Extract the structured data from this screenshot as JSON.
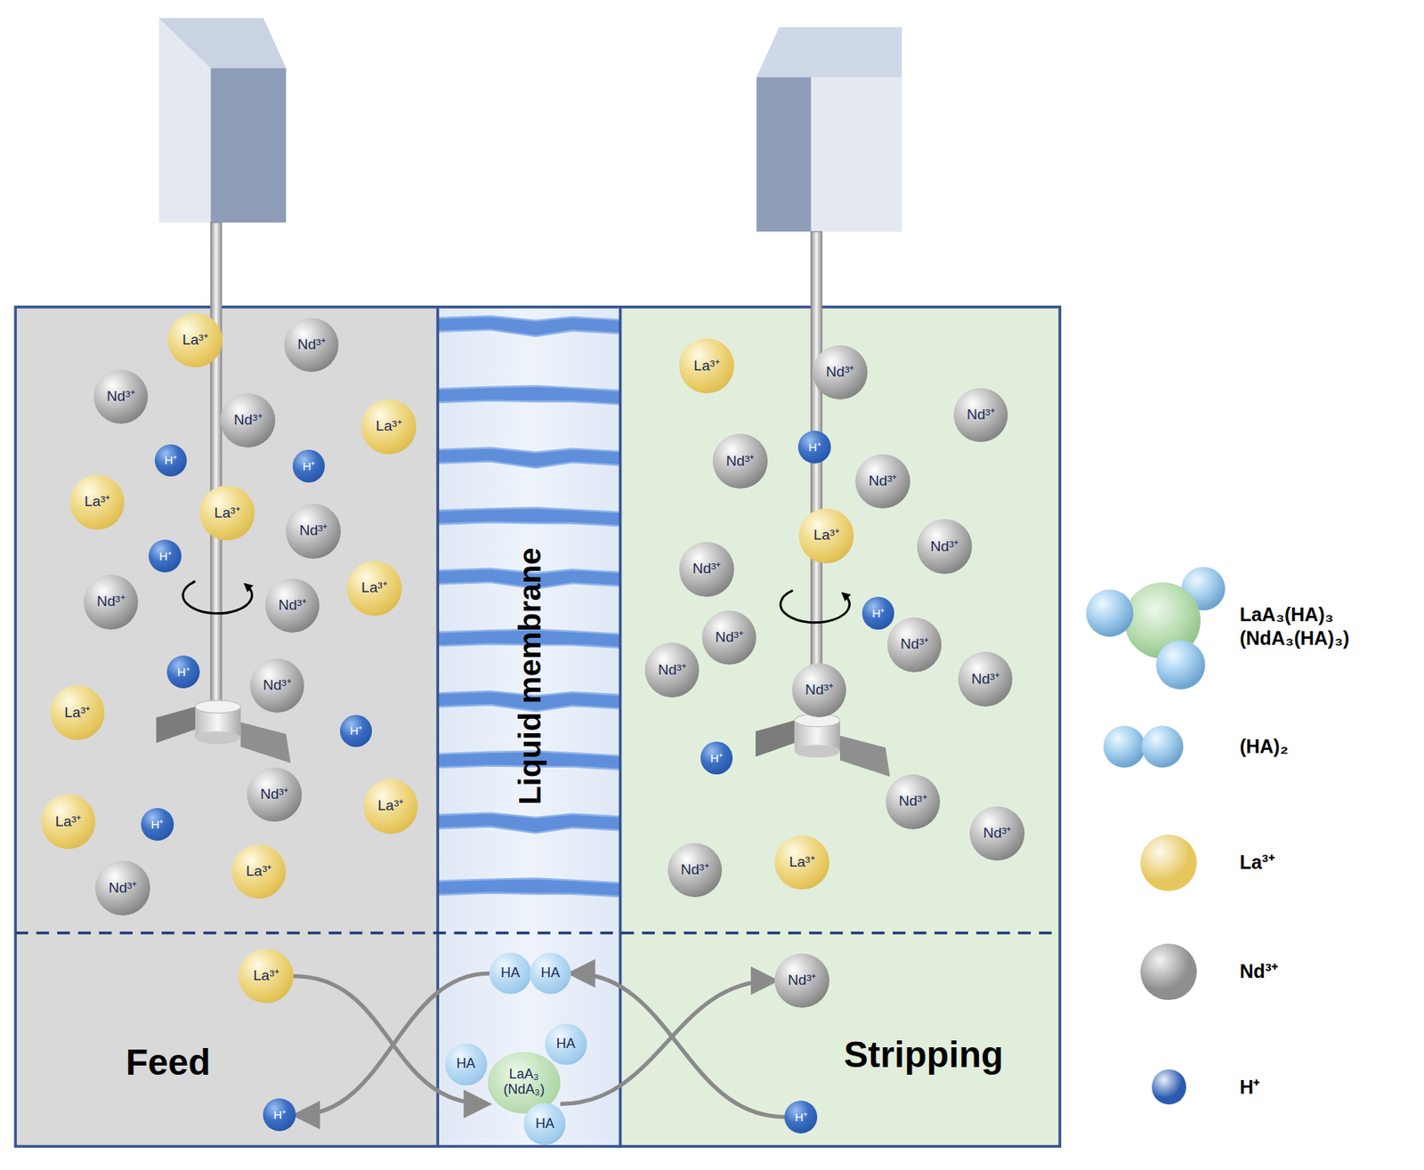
{
  "diagram": {
    "nodes": [
      {
        "text": [
          "Feed"
        ]
      },
      {
        "text": [
          "Liquid membrane"
        ]
      },
      {
        "text": [
          "Stripping"
        ]
      },
      {
        "text": [
          "La³⁺"
        ],
        "in": 0
      },
      {
        "text": [
          "Nd³⁺"
        ],
        "in": 0
      },
      {
        "text": [
          "Nd³⁺"
        ],
        "in": 0
      },
      {
        "text": [
          "Nd³⁺"
        ],
        "in": 0
      },
      {
        "text": [
          "La³⁺"
        ],
        "in": 0
      },
      {
        "text": [
          "H⁺"
        ],
        "in": 0
      },
      {
        "text": [
          "H⁺"
        ],
        "in": 0
      },
      {
        "text": [
          "La³⁺"
        ],
        "in": 0
      },
      {
        "text": [
          "La³⁺"
        ],
        "in": 0
      },
      {
        "text": [
          "Nd³⁺"
        ],
        "in": 0
      },
      {
        "text": [
          "H⁺"
        ],
        "in": 0
      },
      {
        "text": [
          "La³⁺"
        ],
        "in": 0
      },
      {
        "text": [
          "Nd³⁺"
        ],
        "in": 0
      },
      {
        "text": [
          "Nd³⁺"
        ],
        "in": 0
      },
      {
        "text": [
          "H⁺"
        ],
        "in": 0
      },
      {
        "text": [
          "Nd³⁺"
        ],
        "in": 0
      },
      {
        "text": [
          "La³⁺"
        ],
        "in": 0
      },
      {
        "text": [
          "H⁺"
        ],
        "in": 0
      },
      {
        "text": [
          "Nd³⁺"
        ],
        "in": 0
      },
      {
        "text": [
          "La³⁺"
        ],
        "in": 0
      },
      {
        "text": [
          "La³⁺"
        ],
        "in": 0
      },
      {
        "text": [
          "H⁺"
        ],
        "in": 0
      },
      {
        "text": [
          "Nd³⁺"
        ],
        "in": 0
      },
      {
        "text": [
          "La³⁺"
        ],
        "in": 0
      },
      {
        "text": [
          "La³⁺"
        ],
        "in": 0
      },
      {
        "text": [
          "H⁺"
        ],
        "in": 0
      },
      {
        "text": [
          "HA"
        ],
        "in": 1
      },
      {
        "text": [
          "HA"
        ],
        "in": 1
      },
      {
        "text": [
          "LaA₃ (NdA₃)"
        ],
        "in": 1
      },
      {
        "text": [
          "HA"
        ],
        "in": 1
      },
      {
        "text": [
          "HA"
        ],
        "in": 1
      },
      {
        "text": [
          "HA"
        ],
        "in": 1
      },
      {
        "text": [
          "La³⁺"
        ],
        "in": 2
      },
      {
        "text": [
          "Nd³⁺"
        ],
        "in": 2
      },
      {
        "text": [
          "Nd³⁺"
        ],
        "in": 2
      },
      {
        "text": [
          "H⁺"
        ],
        "in": 2
      },
      {
        "text": [
          "Nd³⁺"
        ],
        "in": 2
      },
      {
        "text": [
          "Nd³⁺"
        ],
        "in": 2
      },
      {
        "text": [
          "La³⁺"
        ],
        "in": 2
      },
      {
        "text": [
          "Nd³⁺"
        ],
        "in": 2
      },
      {
        "text": [
          "Nd³⁺"
        ],
        "in": 2
      },
      {
        "text": [
          "H⁺"
        ],
        "in": 2
      },
      {
        "text": [
          "Nd³⁺"
        ],
        "in": 2
      },
      {
        "text": [
          "Nd³⁺"
        ],
        "in": 2
      },
      {
        "text": [
          "Nd³⁺"
        ],
        "in": 2
      },
      {
        "text": [
          "Nd³⁺"
        ],
        "in": 2
      },
      {
        "text": [
          "Nd³⁺"
        ],
        "in": 2
      },
      {
        "text": [
          "H⁺"
        ],
        "in": 2
      },
      {
        "text": [
          "Nd³⁺"
        ],
        "in": 2
      },
      {
        "text": [
          "Nd³⁺"
        ],
        "in": 2
      },
      {
        "text": [
          "Nd³⁺"
        ],
        "in": 2
      },
      {
        "text": [
          "La³⁺"
        ],
        "in": 2
      },
      {
        "text": [
          "Nd³⁺"
        ],
        "in": 2
      },
      {
        "text": [
          "H⁺"
        ],
        "in": 2
      }
    ],
    "edges": [
      {
        "from": 27,
        "to": 31,
        "arrow": "to"
      },
      {
        "from": 29,
        "to": 28,
        "arrow": "to"
      },
      {
        "from": 31,
        "to": 55,
        "arrow": "to"
      },
      {
        "from": 56,
        "to": 30,
        "arrow": "to"
      }
    ],
    "legend": [
      {
        "text": "LaA₃(HA)₃ (NdA₃(HA)₃)"
      },
      {
        "text": "(HA)₂"
      },
      {
        "text": "La³⁺",
        "color": "#e6c75e"
      },
      {
        "text": "Nd³⁺",
        "color": "#8e8e8e"
      },
      {
        "text": "H⁺",
        "color": "#2a5bb0"
      }
    ]
  }
}
